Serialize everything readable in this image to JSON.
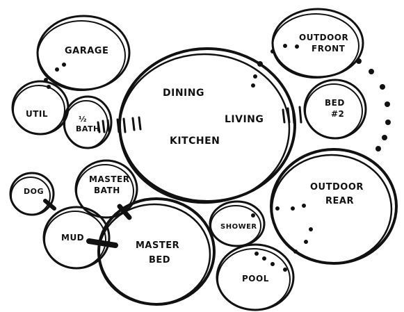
{
  "colors": {
    "ink": "#111111",
    "paper": "#ffffff"
  },
  "rooms": {
    "garage": {
      "label": "GARAGE"
    },
    "util": {
      "label": "UTIL"
    },
    "half_bath": {
      "line1": "½",
      "line2": "BATH"
    },
    "dining": {
      "label": "DINING"
    },
    "kitchen": {
      "label": "KITCHEN"
    },
    "living": {
      "label": "LIVING"
    },
    "outdoor_front": {
      "line1": "OUTDOOR",
      "line2": "FRONT"
    },
    "bed2": {
      "line1": "BED",
      "line2": "#2"
    },
    "dog": {
      "label": "DOG"
    },
    "master_bath": {
      "line1": "MASTER",
      "line2": "BATH"
    },
    "mud": {
      "label": "MUD"
    },
    "master_bed": {
      "line1": "MASTER",
      "line2": "BED"
    },
    "shower": {
      "label": "SHOWER"
    },
    "pool": {
      "label": "POOL"
    },
    "outdoor_rear": {
      "line1": "OUTDOOR",
      "line2": "REAR"
    }
  }
}
